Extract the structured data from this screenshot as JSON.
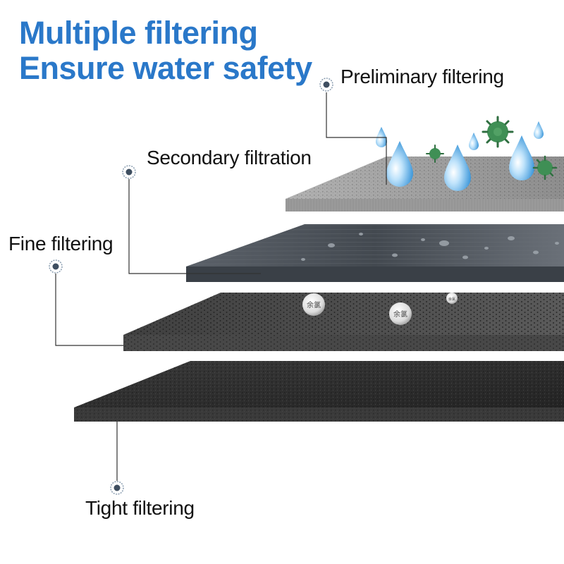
{
  "headline": {
    "line1": "Multiple filtering",
    "line2": "Ensure water safety"
  },
  "layers": [
    {
      "label": "Preliminary filtering"
    },
    {
      "label": "Secondary filtration"
    },
    {
      "label": "Fine filtering"
    },
    {
      "label": "Tight filtering"
    }
  ],
  "badges": [
    "余氯",
    "余氯",
    "余氯"
  ],
  "colors": {
    "headline": "#2a78c9",
    "layer1": "#a7a7a7",
    "layer2": "#4b525b",
    "layer3": "#3c3c3c",
    "layer4": "#2b2b2b",
    "bacteria": "#3f8f55",
    "droplet": "#3a9ad9"
  }
}
